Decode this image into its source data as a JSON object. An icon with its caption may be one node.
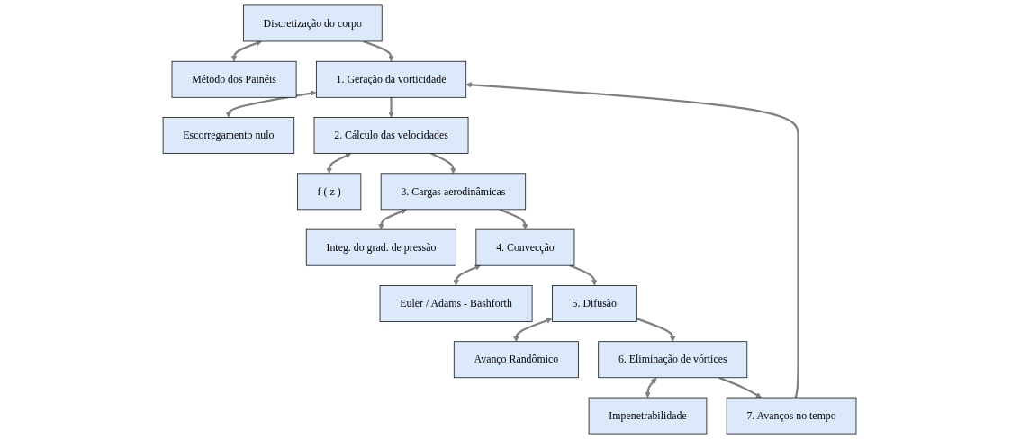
{
  "diagram": {
    "nodes": [
      {
        "text": [
          "Discretização do corpo"
        ]
      },
      {
        "text": [
          "Método dos Painéis"
        ]
      },
      {
        "text": [
          "1. Geração da vorticidade"
        ]
      },
      {
        "text": [
          "Escorregamento nulo"
        ]
      },
      {
        "text": [
          "2. Cálculo das velocidades"
        ]
      },
      {
        "text": [
          "f ( z )"
        ]
      },
      {
        "text": [
          "3. Cargas aerodinâmicas"
        ]
      },
      {
        "text": [
          "Integ. do grad. de pressão"
        ]
      },
      {
        "text": [
          "4. Convecção"
        ]
      },
      {
        "text": [
          "Euler / Adams - Bashforth"
        ]
      },
      {
        "text": [
          "5. Difusão"
        ]
      },
      {
        "text": [
          "Avanço Randômico"
        ]
      },
      {
        "text": [
          "6. Eliminação de vórtices"
        ]
      },
      {
        "text": [
          "Impenetrabilidade"
        ]
      },
      {
        "text": [
          "7. Avanços no tempo"
        ]
      }
    ],
    "edges": [
      {
        "from": 0,
        "to": 1,
        "arrow": "both"
      },
      {
        "from": 0,
        "to": 2,
        "arrow": "to"
      },
      {
        "from": 2,
        "to": 3,
        "arrow": "both"
      },
      {
        "from": 2,
        "to": 4,
        "arrow": "to"
      },
      {
        "from": 4,
        "to": 5,
        "arrow": "both"
      },
      {
        "from": 4,
        "to": 6,
        "arrow": "to"
      },
      {
        "from": 6,
        "to": 7,
        "arrow": "both"
      },
      {
        "from": 6,
        "to": 8,
        "arrow": "to"
      },
      {
        "from": 8,
        "to": 9,
        "arrow": "both"
      },
      {
        "from": 8,
        "to": 10,
        "arrow": "to"
      },
      {
        "from": 10,
        "to": 11,
        "arrow": "both"
      },
      {
        "from": 10,
        "to": 12,
        "arrow": "to"
      },
      {
        "from": 12,
        "to": 13,
        "arrow": "both"
      },
      {
        "from": 12,
        "to": 14,
        "arrow": "to"
      },
      {
        "from": 14,
        "to": 2,
        "arrow": "to"
      }
    ]
  }
}
